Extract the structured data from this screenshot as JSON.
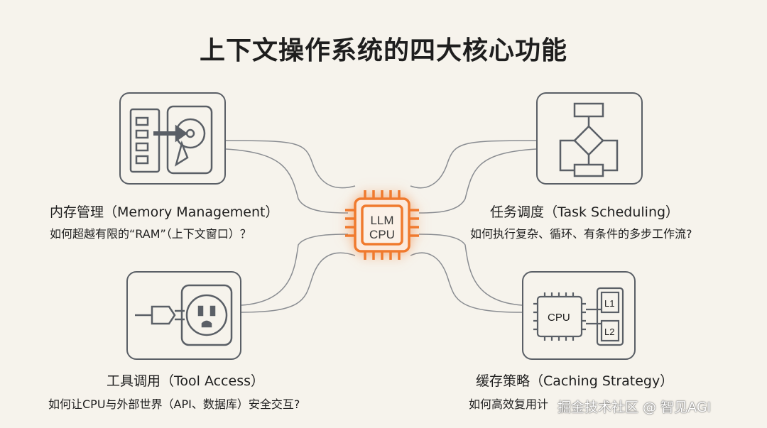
{
  "title": "上下文操作系统的四大核心功能",
  "center": {
    "line1": "LLM",
    "line2": "CPU",
    "accent": "#f07a2e"
  },
  "features": [
    {
      "heading": "内存管理（Memory Management）",
      "question": "如何超越有限的“RAM”（上下文窗口）？",
      "icon": "ram-to-disk-icon"
    },
    {
      "heading": "任务调度（Task Scheduling）",
      "question": "如何执行复杂、循环、有条件的多步工作流?",
      "icon": "flowchart-icon"
    },
    {
      "heading": "工具调用（Tool Access）",
      "question": "如何让CPU与外部世界（API、数据库）安全交互?",
      "icon": "plug-socket-icon"
    },
    {
      "heading": "缓存策略（Caching Strategy）",
      "question": "如何高效复用计",
      "icon": "cpu-cache-icon",
      "cache_labels": {
        "cpu": "CPU",
        "l1": "L1",
        "l2": "L2"
      }
    }
  ],
  "watermark": "掘金技术社区 @ 智见AGI"
}
